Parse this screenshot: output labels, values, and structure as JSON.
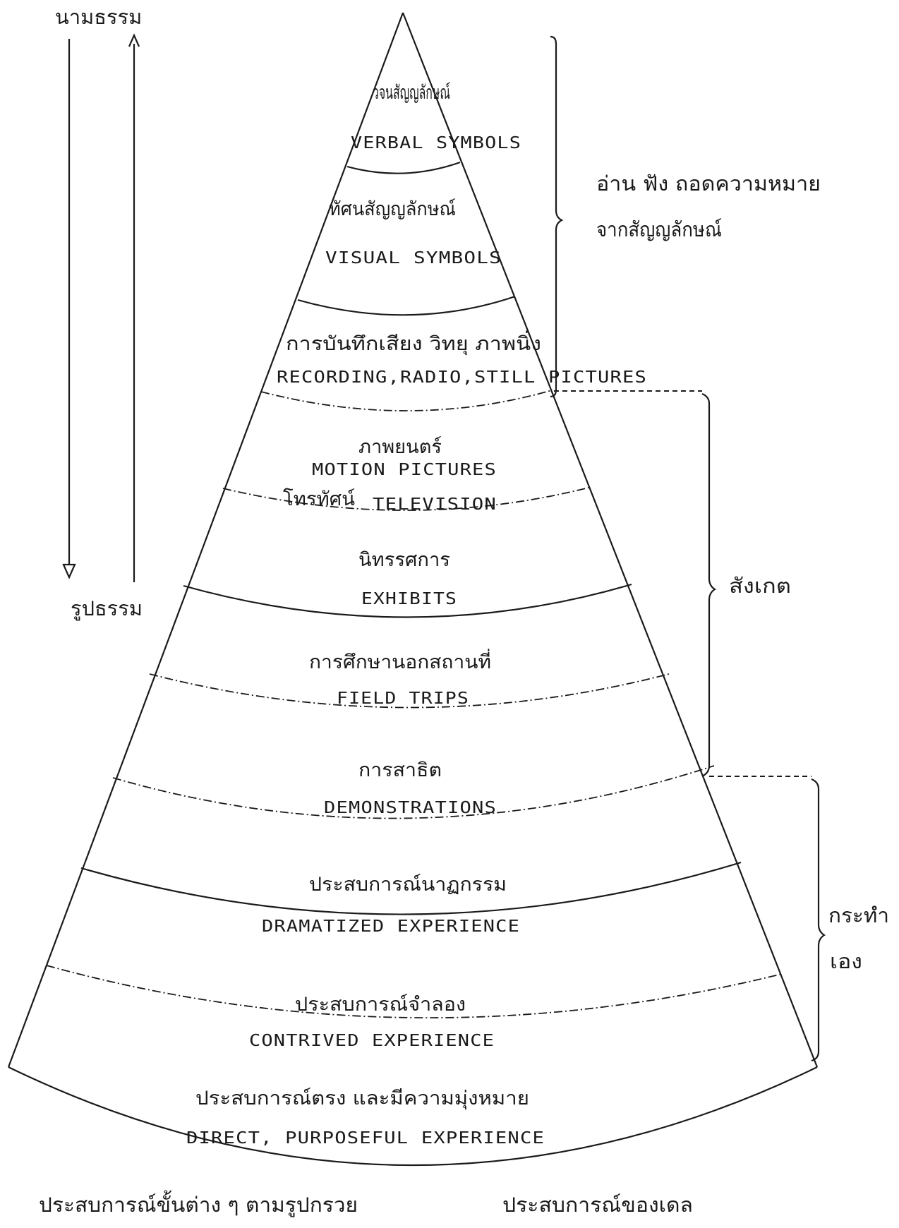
{
  "top_left_label": "นามธรรม",
  "mid_left_label": "รูปธรรม",
  "layers": [
    {
      "id": "verbal",
      "th": "วจนสัญญลักษณ์",
      "en": "VERBAL SYMBOLS"
    },
    {
      "id": "visual",
      "th": "ทัศนสัญญลักษณ์",
      "en": "VISUAL SYMBOLS"
    },
    {
      "id": "recording",
      "th": "การบันทึกเสียง วิทยุ ภาพนิ่ง",
      "en": "RECORDING,RADIO,STILL PICTURES"
    },
    {
      "id": "motion",
      "th": "ภาพยนตร์",
      "en": "MOTION PICTURES",
      "th2": "โทรทัศน์",
      "en2": "TELEVISION"
    },
    {
      "id": "exhibits",
      "th": "นิทรรศการ",
      "en": "EXHIBITS"
    },
    {
      "id": "field",
      "th": "การศึกษานอกสถานที่",
      "en": "FIELD TRIPS"
    },
    {
      "id": "demo",
      "th": "การสาธิต",
      "en": "DEMONSTRATIONS"
    },
    {
      "id": "dramatized",
      "th": "ประสบการณ์นาฏกรรม",
      "en": "DRAMATIZED EXPERIENCE"
    },
    {
      "id": "contrived",
      "th": "ประสบการณ์จำลอง",
      "en": "CONTRIVED EXPERIENCE"
    },
    {
      "id": "direct",
      "th": "ประสบการณ์ตรง และมีความมุ่งหมาย",
      "en": "DIRECT, PURPOSEFUL EXPERIENCE"
    }
  ],
  "groups": {
    "symbols_line1": "อ่าน ฟัง ถอดความหมาย",
    "symbols_line2": "จากสัญญลักษณ์",
    "observe": "สังเกต",
    "doing_line1": "กระทำ",
    "doing_line2": "เอง"
  },
  "bottom_left": "ประสบการณ์ขั้นต่าง ๆ ตามรูปกรวย",
  "bottom_right": "ประสบการณ์ของเดล"
}
